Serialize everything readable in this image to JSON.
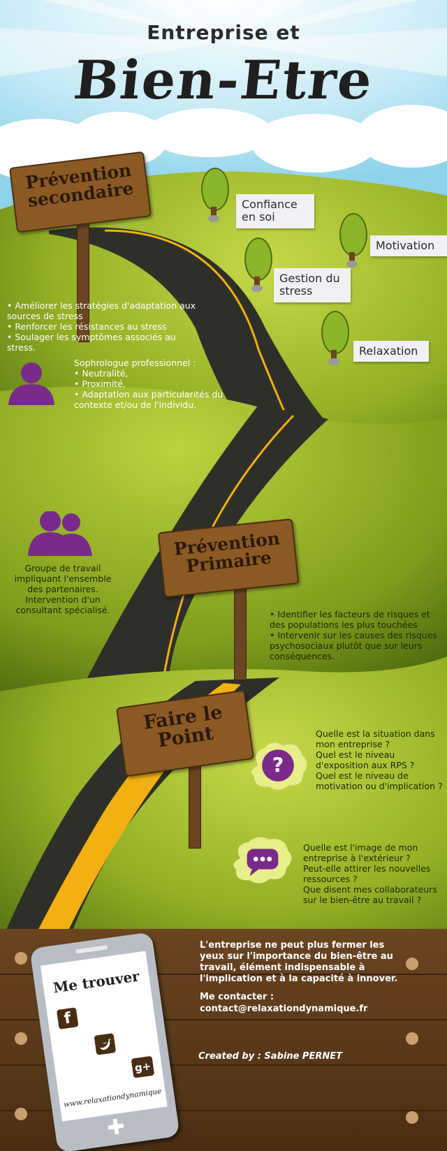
{
  "header": {
    "title_small": "Entreprise et",
    "title_big": "Bien-Etre"
  },
  "signs": {
    "secondaire": "Prévention secondaire",
    "primaire": "Prévention Primaire",
    "point": "Faire le Point"
  },
  "trees": {
    "confiance": "Confiance en soi",
    "gestion": "Gestion du stress",
    "motivation": "Motivation",
    "relaxation": "Relaxation"
  },
  "secondaire_list": [
    "• Améliorer les stratégies d'adaptation aux sources de stress",
    "• Renforcer les résistances au stress",
    "• Soulager les symptômes associés au stress."
  ],
  "sophrologue": {
    "heading": "Sophrologue professionnel :",
    "items": [
      "• Neutralité,",
      "• Proximité,",
      "• Adaptation aux particularités du contexte et/ou de l'individu."
    ]
  },
  "groupe": "Groupe de travail impliquant l'ensemble des partenaires. Intervention d'un consultant spécialisé.",
  "primaire_list": [
    "• Identifier les facteurs de risques et des populations les plus touchées",
    "• Intervenir sur les causes des risques psychosociaux plutôt que sur leurs conséquences."
  ],
  "questions_1": [
    "Quelle est la situation dans mon entreprise ?",
    "Quel est le niveau d'exposition aux RPS ?",
    "Quel est le niveau de motivation ou d'implication ?"
  ],
  "questions_2": [
    "Quelle est l'image de mon entreprise à l'extérieur ?",
    "Peut-elle attirer les nouvelles ressources ?",
    "Que disent mes collaborateurs sur le bien-être au travail ?"
  ],
  "footer": {
    "me_trouver": "Me trouver",
    "website": "www.relaxationdynamique",
    "message": "L'entreprise ne peut plus fermer les yeux sur l'importance du bien-être au travail, élément indispensable à l'implication et à la capacité à innover.",
    "contact_label": "Me contacter :",
    "contact_email": "contact@relaxationdynamique.fr",
    "created_by": "Created by : Sabine PERNET"
  },
  "colors": {
    "sky": "#bfe6f3",
    "grass": "#9cb82a",
    "road": "#2e2f28",
    "road_line": "#f2b011",
    "wood": "#5a3a1c",
    "sign": "#8b5a24",
    "purple": "#7a2a8a"
  }
}
